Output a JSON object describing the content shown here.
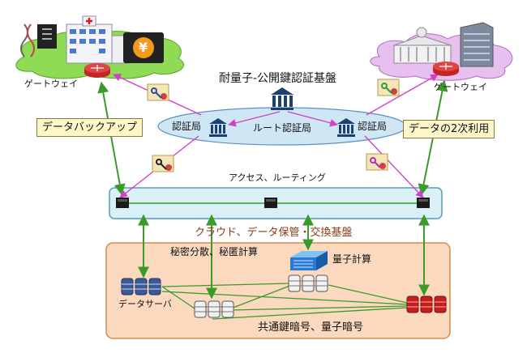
{
  "diagram": {
    "pqc_pki_title": "耐量子-公開鍵認証基盤",
    "cert_authority_left": "認証局",
    "cert_authority_right": "認証局",
    "root_authority": "ルート認証局",
    "gateway_left": "ゲートウェイ",
    "gateway_right": "ゲートウェイ",
    "data_backup": "データバックアップ",
    "data_secondary_use": "データの2次利用",
    "access_routing": "アクセス、ルーティング",
    "cloud_platform": "クラウド、データ保管・交換基盤",
    "secret_sharing": "秘密分散、秘匿計算",
    "quantum_computing": "量子計算",
    "data_server": "データサーバ",
    "encryption": "共通鍵暗号、量子暗号",
    "yen_symbol": "¥"
  },
  "colors": {
    "green_link": "#3a9a2a",
    "pki_link": "#d040c8",
    "cloud_fill": "#fbd9bf",
    "network_bar": "#d9f1f6",
    "root_ellipse": "#cfe6f5",
    "server_blue": "#3a5a9a",
    "server_red": "#c81e1e",
    "server_white": "#f2f2f2",
    "title_brown": "#8b3a12"
  }
}
